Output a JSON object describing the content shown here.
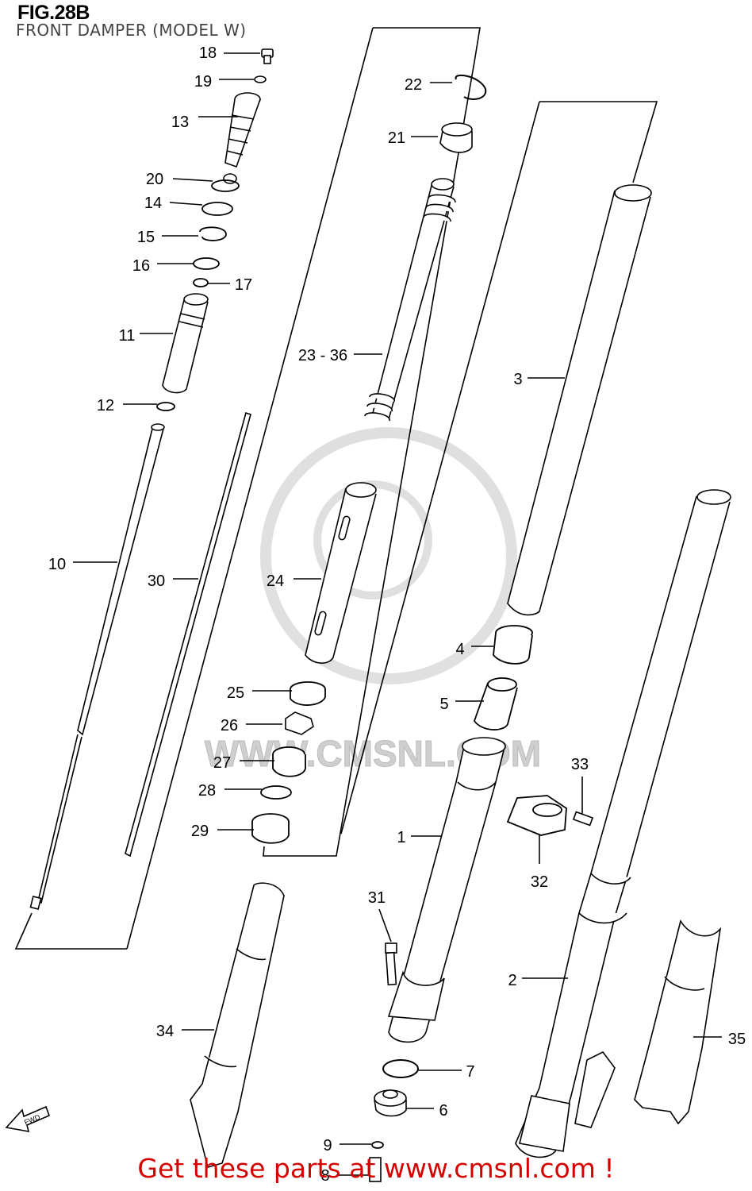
{
  "header": {
    "title": "FIG.28B",
    "subtitle": "FRONT DAMPER (MODEL W)"
  },
  "watermark": {
    "text": "WWW.CMSNL.COM"
  },
  "footer": {
    "text": "Get these parts at www.cmsnl.com !"
  },
  "fwd_label": "FWD",
  "callouts": [
    {
      "id": "18",
      "label": "18"
    },
    {
      "id": "19",
      "label": "19"
    },
    {
      "id": "13",
      "label": "13"
    },
    {
      "id": "20",
      "label": "20"
    },
    {
      "id": "14",
      "label": "14"
    },
    {
      "id": "15",
      "label": "15"
    },
    {
      "id": "16",
      "label": "16"
    },
    {
      "id": "17",
      "label": "17"
    },
    {
      "id": "11",
      "label": "11"
    },
    {
      "id": "12",
      "label": "12"
    },
    {
      "id": "10",
      "label": "10"
    },
    {
      "id": "30",
      "label": "30"
    },
    {
      "id": "22",
      "label": "22"
    },
    {
      "id": "21",
      "label": "21"
    },
    {
      "id": "23-36",
      "label": "23 - 36"
    },
    {
      "id": "24",
      "label": "24"
    },
    {
      "id": "3",
      "label": "3"
    },
    {
      "id": "4",
      "label": "4"
    },
    {
      "id": "5",
      "label": "5"
    },
    {
      "id": "25",
      "label": "25"
    },
    {
      "id": "26",
      "label": "26"
    },
    {
      "id": "27",
      "label": "27"
    },
    {
      "id": "28",
      "label": "28"
    },
    {
      "id": "29",
      "label": "29"
    },
    {
      "id": "1",
      "label": "1"
    },
    {
      "id": "33",
      "label": "33"
    },
    {
      "id": "32",
      "label": "32"
    },
    {
      "id": "31",
      "label": "31"
    },
    {
      "id": "2",
      "label": "2"
    },
    {
      "id": "34",
      "label": "34"
    },
    {
      "id": "35",
      "label": "35"
    },
    {
      "id": "7",
      "label": "7"
    },
    {
      "id": "6",
      "label": "6"
    },
    {
      "id": "9",
      "label": "9"
    },
    {
      "id": "8",
      "label": "8"
    }
  ]
}
